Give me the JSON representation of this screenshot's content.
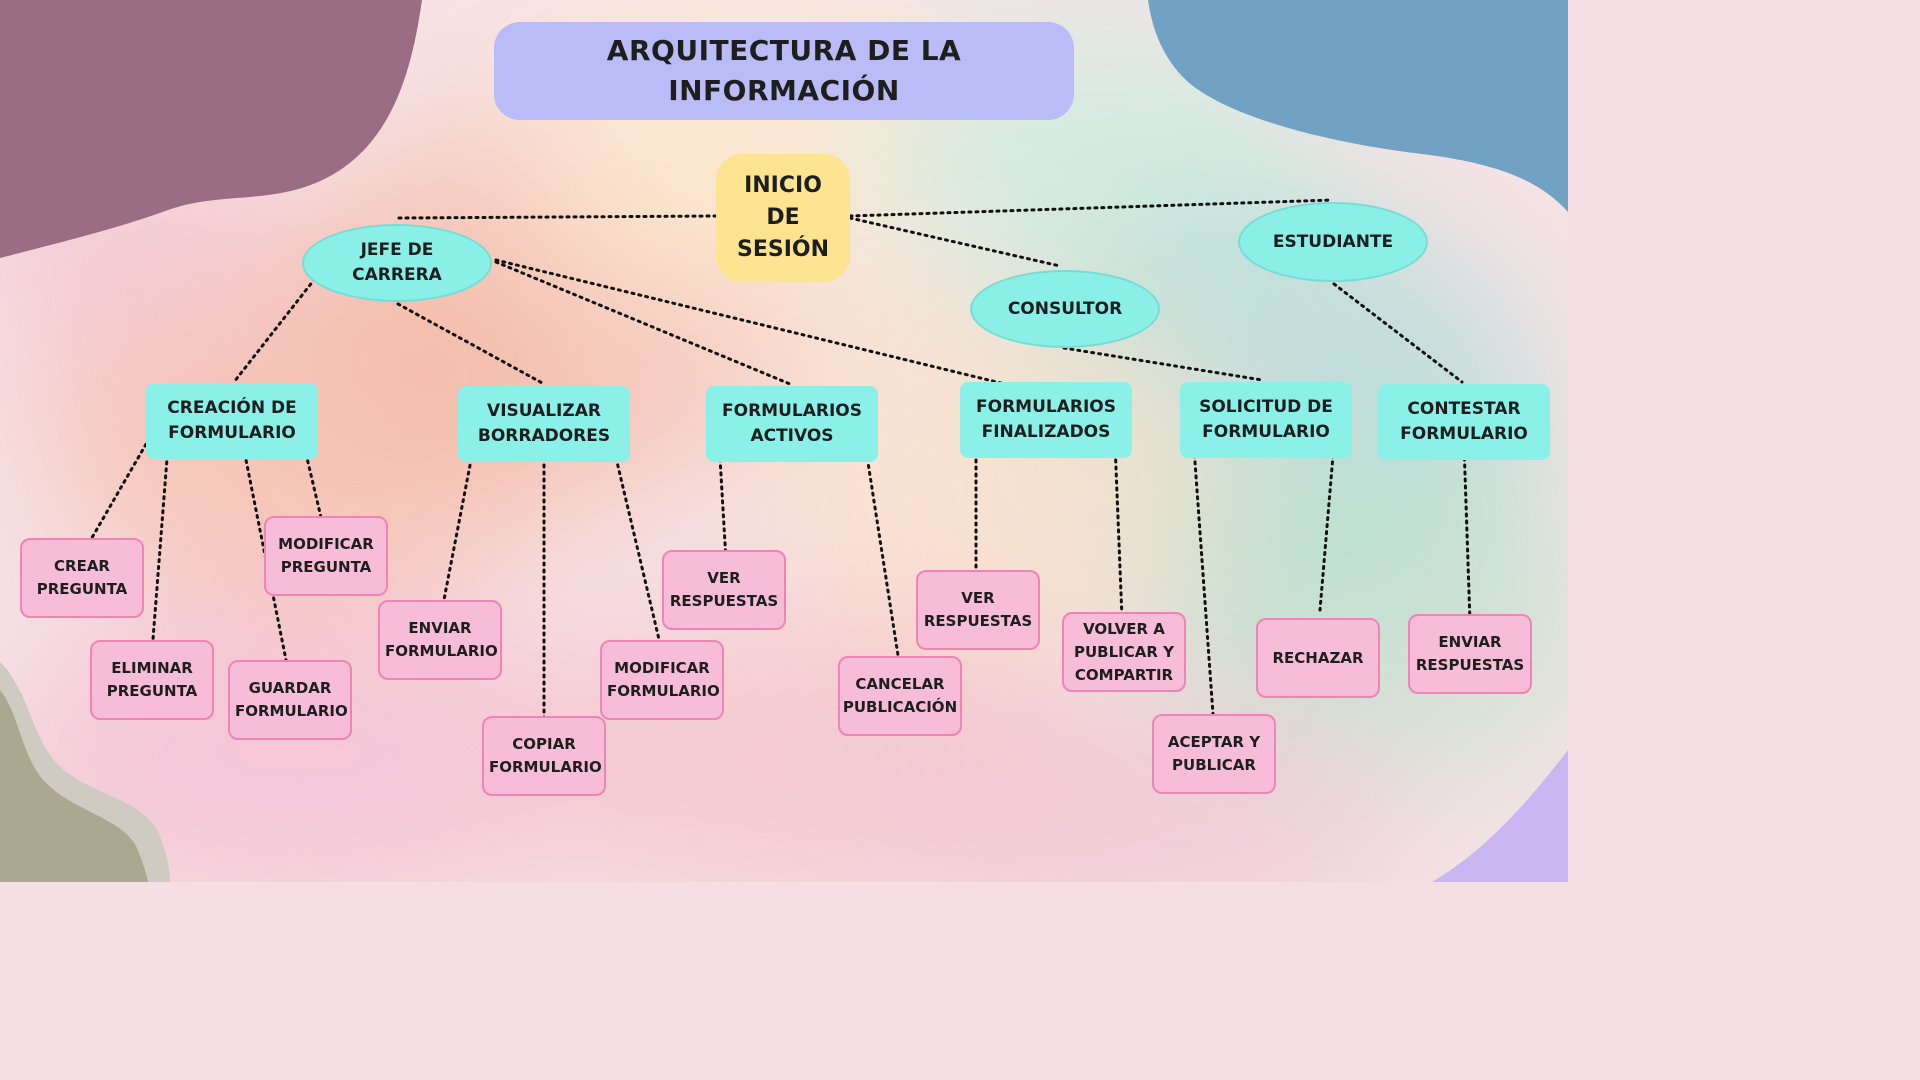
{
  "title": "ARQUITECTURA DE LA INFORMACIÓN",
  "root": {
    "label": "INICIO DE SESIÓN"
  },
  "roles": {
    "jefe": "JEFE DE CARRERA",
    "consultor": "CONSULTOR",
    "estudiante": "ESTUDIANTE"
  },
  "functions": {
    "creacion": "CREACIÓN DE FORMULARIO",
    "borradores": "VISUALIZAR BORRADORES",
    "activos": "FORMULARIOS ACTIVOS",
    "finalizados": "FORMULARIOS FINALIZADOS",
    "solicitud": "SOLICITUD DE FORMULARIO",
    "contestar": "CONTESTAR FORMULARIO"
  },
  "actions": {
    "crear_pregunta": "CREAR PREGUNTA",
    "eliminar_pregunta": "ELIMINAR PREGUNTA",
    "modificar_pregunta": "MODIFICAR PREGUNTA",
    "guardar_formulario": "GUARDAR FORMULARIO",
    "enviar_formulario": "ENVIAR FORMULARIO",
    "copiar_formulario": "COPIAR FORMULARIO",
    "modificar_formulario": "MODIFICAR FORMULARIO",
    "ver_respuestas_activos": "VER RESPUESTAS",
    "cancelar_publicacion": "CANCELAR PUBLICACIÓN",
    "ver_respuestas_finalizados": "VER RESPUESTAS",
    "volver_publicar": "VOLVER A PUBLICAR Y COMPARTIR",
    "aceptar_publicar": "ACEPTAR Y PUBLICAR",
    "rechazar": "RECHAZAR",
    "enviar_respuestas": "ENVIAR RESPUESTAS"
  },
  "colors": {
    "title_bg": "#b9bcf6",
    "root_bg": "#fde490",
    "level_bg": "#8af0e8",
    "action_bg": "#f6bcd8",
    "action_border": "#ef84b5",
    "connector": "#111111"
  }
}
